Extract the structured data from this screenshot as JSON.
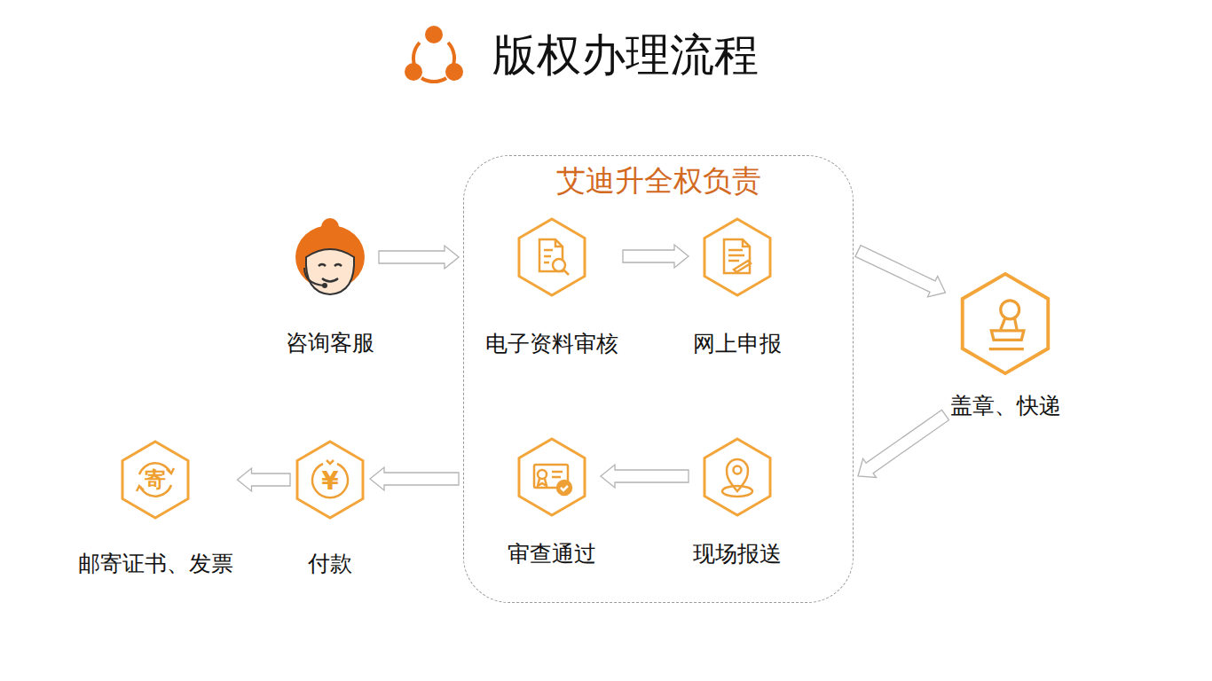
{
  "diagram": {
    "title": "版权办理流程",
    "nodes": [
      {
        "text": [
          "咨询客服"
        ]
      },
      {
        "text": [
          "艾迪升全权负责"
        ]
      },
      {
        "text": [
          "电子资料审核"
        ],
        "in": 1
      },
      {
        "text": [
          "网上申报"
        ],
        "in": 1
      },
      {
        "text": [
          "盖章、快递"
        ]
      },
      {
        "text": [
          "邮寄证书、发票"
        ]
      },
      {
        "text": [
          "付款"
        ]
      },
      {
        "text": [
          "审查通过"
        ],
        "in": 1
      },
      {
        "text": [
          "现场报送"
        ],
        "in": 1
      }
    ],
    "edges": [
      {
        "from": 0,
        "to": 1,
        "arrow": "to"
      },
      {
        "from": 2,
        "to": 3,
        "arrow": "to"
      },
      {
        "from": 1,
        "to": 4,
        "arrow": "to"
      },
      {
        "from": 4,
        "to": 1,
        "arrow": "to"
      },
      {
        "from": 8,
        "to": 7,
        "arrow": "to"
      },
      {
        "from": 1,
        "to": 6,
        "arrow": "to"
      },
      {
        "from": 6,
        "to": 5,
        "arrow": "to"
      }
    ],
    "labels": [
      "寄",
      "¥"
    ]
  }
}
